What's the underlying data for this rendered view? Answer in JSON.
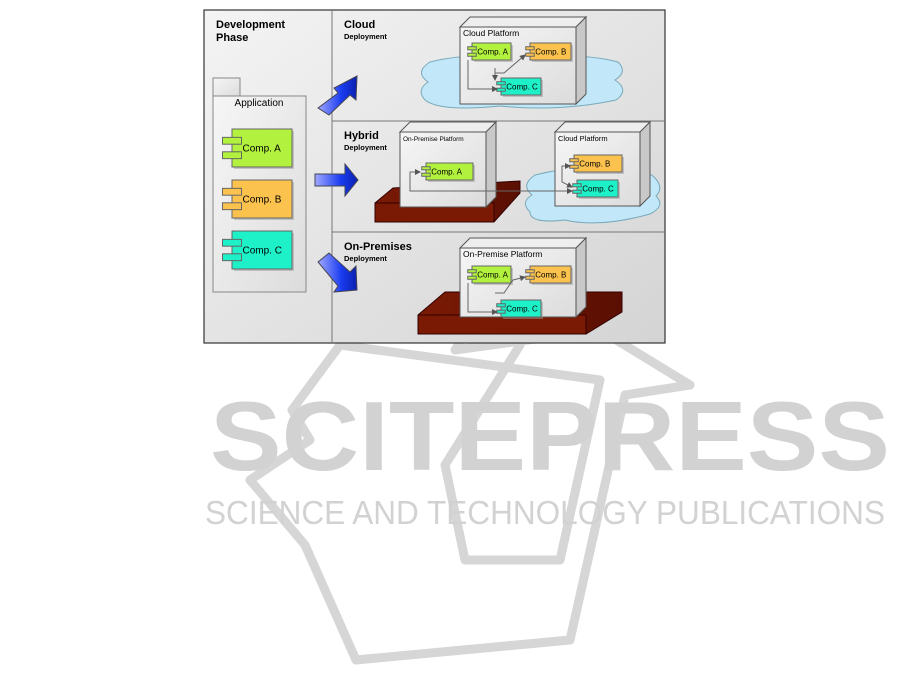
{
  "development": {
    "title_line1": "Development",
    "title_line2": "Phase",
    "package_label": "Application",
    "components": [
      "Comp. A",
      "Comp. B",
      "Comp. C"
    ]
  },
  "cloud": {
    "title": "Cloud",
    "subtitle": "Deployment",
    "platform": "Cloud Platform",
    "components": [
      "Comp. A",
      "Comp. B",
      "Comp. C"
    ]
  },
  "hybrid": {
    "title": "Hybrid",
    "subtitle": "Deployment",
    "onprem_platform": "On-Premise Platform",
    "cloud_platform": "Cloud Platform",
    "components": [
      "Comp. A",
      "Comp. B",
      "Comp. C"
    ]
  },
  "onprem": {
    "title": "On-Premises",
    "subtitle": "Deployment",
    "platform": "On-Premise Platform",
    "components": [
      "Comp. A",
      "Comp. B",
      "Comp. C"
    ]
  },
  "watermark": {
    "line1": "SCITEPRESS",
    "line2": "SCIENCE AND TECHNOLOGY PUBLICATIONS"
  },
  "colors": {
    "comp_a": "#b2f23e",
    "comp_b": "#fbc24e",
    "comp_c": "#1ef0c8",
    "arrow": "#1a3cf0",
    "cloud": "#bfe6f8",
    "tray": "#7a1a05"
  }
}
